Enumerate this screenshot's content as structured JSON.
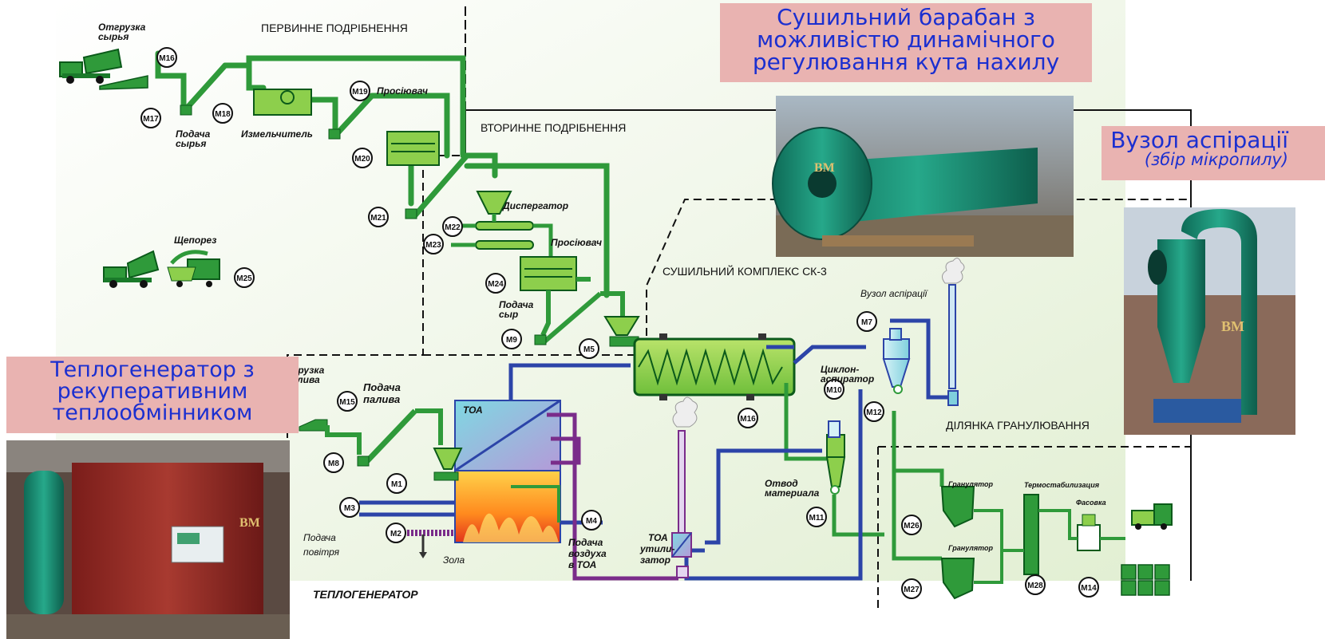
{
  "callouts": {
    "dryer_line1": "Сушильний барабан з",
    "dryer_line2": "можливістю динамічного",
    "dryer_line3": "регулювання кута нахилу",
    "aspiration_title": "Вузол аспірації",
    "aspiration_sub": "(збір мікропилу)",
    "heatgen_line1": "Теплогенератор з",
    "heatgen_line2": "рекуперативним",
    "heatgen_line3": "теплообмінником"
  },
  "sections": {
    "primary": "ПЕРВИННЕ ПОДРІБНЕННЯ",
    "secondary": "ВТОРИННЕ ПОДРІБНЕННЯ",
    "dryer": "СУШИЛЬНИЙ  КОМПЛЕКС СК-3",
    "granulation": "ДІЛЯНКА ГРАНУЛЮВАННЯ",
    "heatgen": "ТЕПЛОГЕНЕРАТОР"
  },
  "labels": {
    "raw_unload_1": "Отгрузка",
    "raw_unload_2": "сырья",
    "raw_feed_1": "Подача",
    "raw_feed_2": "сырья",
    "shredder": "Измельчитель",
    "sieve_1": "Просіювач",
    "chipper": "Щепорез",
    "disperser": "Диспергатор",
    "sieve_2": "Просіювач",
    "raw_feed2_1": "Подача",
    "raw_feed2_2": "сыр",
    "fuel_unload_1": "Отгрузка",
    "fuel_unload_2": "топлива",
    "fuel_feed_1": "Подача",
    "fuel_feed_2": "палива",
    "toa": "ТОА",
    "air_feed_1": "Подача",
    "air_feed_2": "повітря",
    "ash": "Зола",
    "air_toa_1": "Подача",
    "air_toa_2": "воздуха",
    "air_toa_3": "в ТОА",
    "toa_util_1": "ТОА",
    "toa_util_2": "утили-",
    "toa_util_3": "затор",
    "aspiration_node": "Вузол аспірації",
    "cyclone_1": "Циклон-",
    "cyclone_2": "аспиратор",
    "material_out_1": "Отвод",
    "material_out_2": "материала",
    "granulator_1": "Гранулятор",
    "granulator_2": "Гранулятор",
    "thermostab": "Термостабилизация",
    "packing": "Фасовка"
  },
  "motors": [
    "M16",
    "M17",
    "M18",
    "M19",
    "M20",
    "M21",
    "M22",
    "M23",
    "M24",
    "M25",
    "M9",
    "M5",
    "M7",
    "M10",
    "M12",
    "M11",
    "M16",
    "M15",
    "M8",
    "M1",
    "M3",
    "M2",
    "M4",
    "M26",
    "M27",
    "M28",
    "M14"
  ],
  "photos": {
    "dryer_logo": "BM",
    "aspiration_logo": "BM",
    "heatgen_logo": "BM"
  },
  "colors": {
    "process_green": "#2f9a3a",
    "air_blue": "#2c44a8",
    "exhaust_purple": "#7a2c8a",
    "callout_bg": "#e9b3b1",
    "callout_text": "#1b2fd0"
  }
}
